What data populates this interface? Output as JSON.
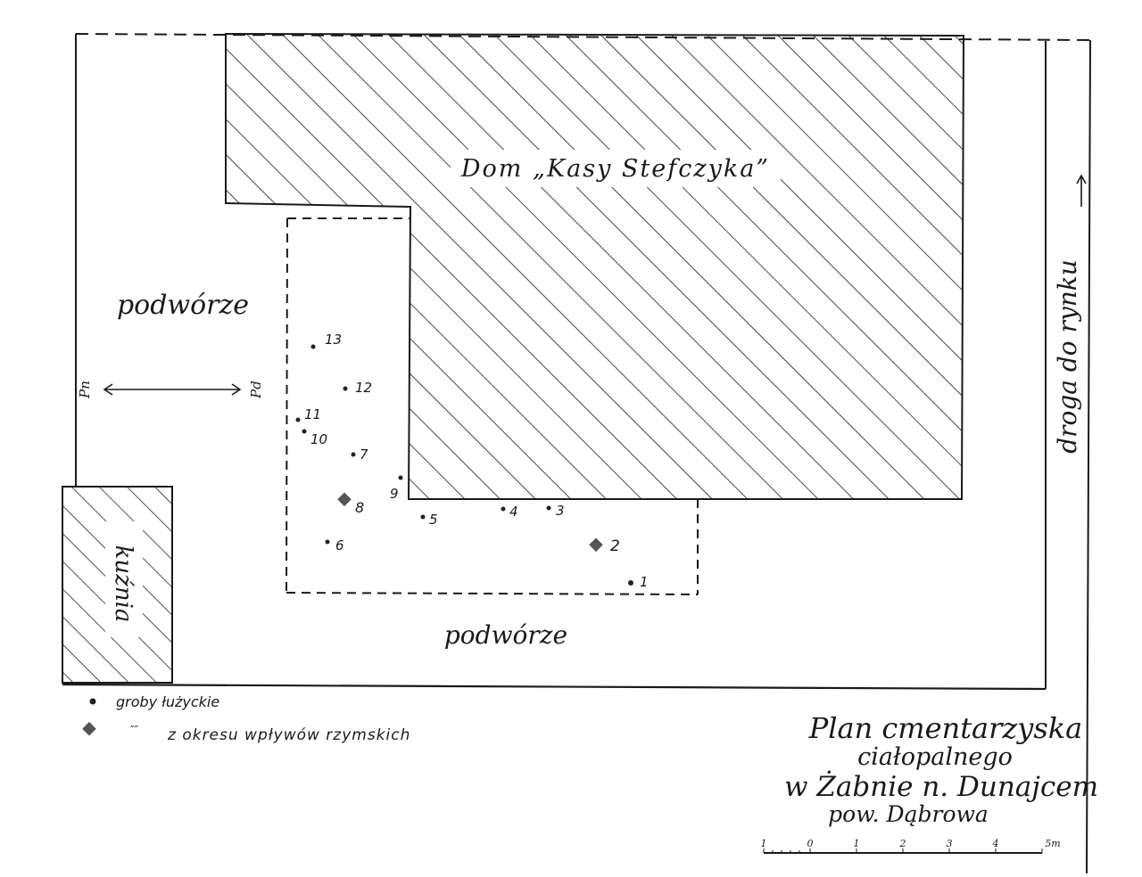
{
  "building_label": "Dom „Kasy Stefczyka”",
  "yard_labels": [
    "podwórze",
    "podwórze"
  ],
  "smithy_label": "kuźnia",
  "road_label": "droga do rynku",
  "orientation": {
    "north": "Pn",
    "south": "Pd"
  },
  "graves": [
    {
      "id": "1",
      "type": "lusatian"
    },
    {
      "id": "2",
      "type": "roman"
    },
    {
      "id": "3",
      "type": "lusatian"
    },
    {
      "id": "4",
      "type": "lusatian"
    },
    {
      "id": "5",
      "type": "lusatian"
    },
    {
      "id": "6",
      "type": "lusatian"
    },
    {
      "id": "7",
      "type": "lusatian"
    },
    {
      "id": "8",
      "type": "roman"
    },
    {
      "id": "9",
      "type": "lusatian"
    },
    {
      "id": "10",
      "type": "lusatian"
    },
    {
      "id": "11",
      "type": "lusatian"
    },
    {
      "id": "12",
      "type": "lusatian"
    },
    {
      "id": "13",
      "type": "lusatian"
    }
  ],
  "legend": {
    "lusatian": "groby łużyckie",
    "ditto": "″″",
    "roman": "z okresu wpływów rzymskich"
  },
  "title": [
    "Plan cmentarzyska",
    "ciałopalnego",
    "w Żabnie n. Dunajcem",
    "pow. Dąbrowa"
  ],
  "scale": {
    "ticks": [
      "1",
      "0",
      "1",
      "2",
      "3",
      "4",
      "5m"
    ]
  },
  "colors": {
    "ink": "#1a1a1a",
    "roman_marker": "#555555"
  }
}
